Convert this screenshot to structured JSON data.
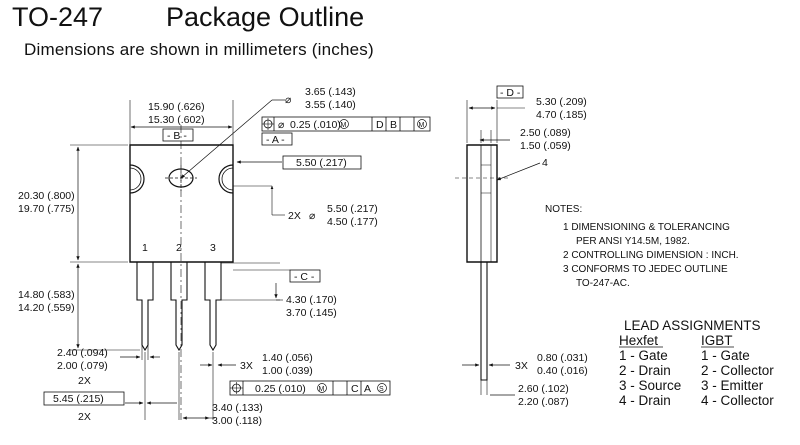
{
  "title": {
    "package": "TO-247",
    "outline": "Package Outline"
  },
  "subtitle": "Dimensions are shown in millimeters (inches)",
  "front_view": {
    "width_dim": [
      "15.90 (.626)",
      "15.30 (.602)"
    ],
    "datum_b": "- B -",
    "hole_dim": [
      "3.65 (.143)",
      "3.55 (.140)"
    ],
    "position_tol": [
      "0.25 (.010)",
      "M",
      "D",
      "B",
      "M"
    ],
    "datum_a": "- A -",
    "dim_550": "5.50 (.217)",
    "height_dim": [
      "20.30 (.800)",
      "19.70 (.775)"
    ],
    "slot_dim": {
      "prefix": "2X",
      "values": [
        "5.50 (.217)",
        "4.50 (.177)"
      ]
    },
    "pin_numbers": [
      "1",
      "2",
      "3"
    ],
    "datum_c": "- C -",
    "lead_len": [
      "14.80 (.583)",
      "14.20 (.559)"
    ],
    "lead_gap": [
      "4.30 (.170)",
      "3.70 (.145)"
    ],
    "lead_width_left": [
      "2.40 (.094)",
      "2.00 (.079)"
    ],
    "lead_width_left_prefix": "2X",
    "lead_width_3x": {
      "prefix": "3X",
      "values": [
        "1.40 (.056)",
        "1.00 (.039)"
      ]
    },
    "pitch": {
      "value": "5.45 (.215)",
      "prefix": "2X"
    },
    "bottom_tol": [
      "0.25 (.010)",
      "M",
      "C",
      "A",
      "S"
    ],
    "bottom_width": [
      "3.40 (.133)",
      "3.00 (.118)"
    ]
  },
  "side_view": {
    "datum_d": "- D -",
    "thickness": [
      "5.30 (.209)",
      "4.70 (.185)"
    ],
    "tab_thick": [
      "2.50 (.089)",
      "1.50 (.059)"
    ],
    "note_ref": "4",
    "lead_thick": {
      "prefix": "3X",
      "values": [
        "0.80 (.031)",
        "0.40 (.016)"
      ]
    },
    "lead_bend": [
      "2.60 (.102)",
      "2.20 (.087)"
    ]
  },
  "notes": {
    "heading": "NOTES:",
    "items": [
      "1  DIMENSIONING & TOLERANCING",
      "PER ANSI Y14.5M, 1982.",
      "2  CONTROLLING DIMENSION : INCH.",
      "3  CONFORMS TO JEDEC OUTLINE",
      "TO-247-AC."
    ]
  },
  "lead_assignments": {
    "title": "LEAD ASSIGNMENTS",
    "columns": [
      {
        "header": "Hexfet",
        "items": [
          "1 - Gate",
          "2 - Drain",
          "3 - Source",
          "4 - Drain"
        ]
      },
      {
        "header": "IGBT",
        "items": [
          "1 - Gate",
          "2 - Collector",
          "3 - Emitter",
          "4 - Collector"
        ]
      }
    ]
  }
}
